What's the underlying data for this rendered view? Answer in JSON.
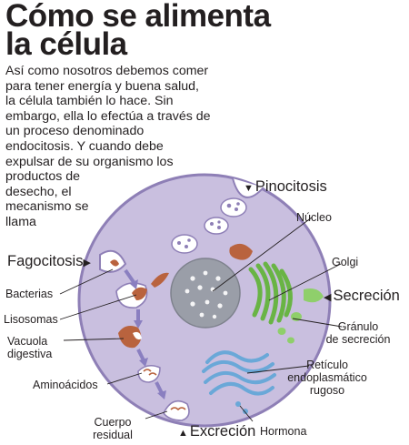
{
  "title": {
    "line1": "Cómo se alimenta",
    "line2": "la célula"
  },
  "intro": {
    "lines": [
      "Así como nosotros debemos comer",
      "para tener energía y buena salud,",
      "la célula también lo hace. Sin",
      "embargo, ella lo efectúa a través de",
      "un proceso denominado",
      "endocitosis. Y cuando debe",
      "expulsar de su organismo los",
      "productos de",
      "desecho, el",
      "mecanismo se",
      "llama"
    ]
  },
  "labels": {
    "pinocitosis": "Pinocitosis",
    "nucleo": "Núcleo",
    "fagocitosis": "Fagocitosis",
    "golgi": "Golgi",
    "bacterias": "Bacterias",
    "secrecion": "Secreción",
    "lisosomas": "Lisosomas",
    "granulo_1": "Gránulo",
    "granulo_2": "de secreción",
    "vacuola_1": "Vacuola",
    "vacuola_2": "digestiva",
    "aminoacidos": "Aminoácidos",
    "reticulo_1": "Retículo",
    "reticulo_2": "endoplasmático",
    "reticulo_3": "rugoso",
    "cuerpo_1": "Cuerpo",
    "cuerpo_2": "residual",
    "excrecion": "Excreción",
    "hormona": "Hormona"
  },
  "colors": {
    "cytoplasm": "#c9bfdf",
    "membrane": "#8e7fb6",
    "nucleus": "#9a9ea8",
    "golgi": "#69b445",
    "reticulum": "#6aa8d8",
    "lysosome": "#b9633e",
    "arrow": "#8a7fc0"
  }
}
